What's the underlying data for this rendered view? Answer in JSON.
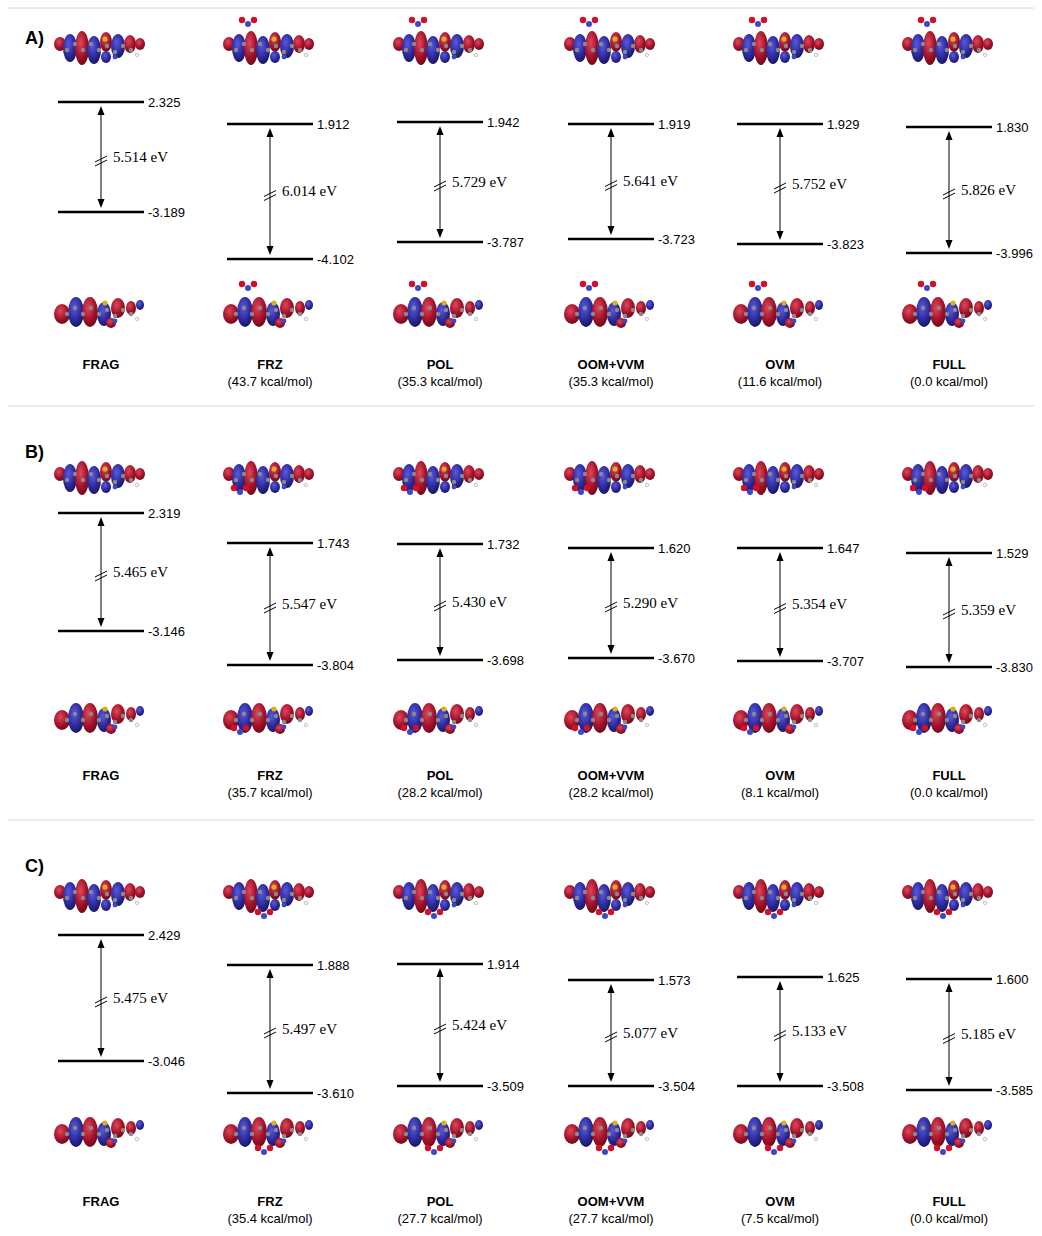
{
  "diagram": {
    "labels": [
      "A)",
      "2.325",
      "5.514 eV",
      "-3.189",
      "FRAG",
      "1.912",
      "6.014 eV",
      "-4.102",
      "FRZ",
      "(43.7 kcal/mol)",
      "1.942",
      "5.729 eV",
      "-3.787",
      "POL",
      "(35.3 kcal/mol)",
      "1.919",
      "5.641 eV",
      "-3.723",
      "OOM+VVM",
      "(35.3 kcal/mol)",
      "1.929",
      "5.752 eV",
      "-3.823",
      "OVM",
      "(11.6 kcal/mol)",
      "1.830",
      "5.826 eV",
      "-3.996",
      "FULL",
      "(0.0 kcal/mol)",
      "B)",
      "2.319",
      "5.465 eV",
      "-3.146",
      "FRAG",
      "1.743",
      "5.547 eV",
      "-3.804",
      "FRZ",
      "(35.7 kcal/mol)",
      "1.732",
      "5.430 eV",
      "-3.698",
      "POL",
      "(28.2 kcal/mol)",
      "1.620",
      "5.290 eV",
      "-3.670",
      "OOM+VVM",
      "(28.2 kcal/mol)",
      "1.647",
      "5.354 eV",
      "-3.707",
      "OVM",
      "(8.1 kcal/mol)",
      "1.529",
      "5.359 eV",
      "-3.830",
      "FULL",
      "(0.0 kcal/mol)",
      "C)",
      "2.429",
      "5.475 eV",
      "-3.046",
      "FRAG",
      "1.888",
      "5.497 eV",
      "-3.610",
      "FRZ",
      "(35.4 kcal/mol)",
      "1.914",
      "5.424 eV",
      "-3.509",
      "POL",
      "(27.7 kcal/mol)",
      "1.573",
      "5.077 eV",
      "-3.504",
      "OOM+VVM",
      "(27.7 kcal/mol)",
      "1.625",
      "5.133 eV",
      "-3.508",
      "OVM",
      "(7.5 kcal/mol)",
      "1.600",
      "5.185 eV",
      "-3.585",
      "FULL",
      "(0.0 kcal/mol)"
    ]
  }
}
